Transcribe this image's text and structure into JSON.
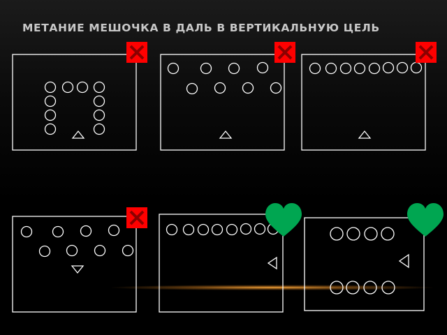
{
  "slide": {
    "title": "МЕТАНИЕ МЕШОЧКА В ДАЛЬ В ВЕРТИКАЛЬНУЮ ЦЕЛЬ"
  },
  "colors": {
    "background": "#000000",
    "outline": "#ffffff",
    "wrong_mark": "#ff0000",
    "correct_mark": "#00a651"
  },
  "panels": [
    {
      "id": "formation-1",
      "mark": "red-x-icon"
    },
    {
      "id": "formation-2",
      "mark": "red-x-icon"
    },
    {
      "id": "formation-3",
      "mark": "red-x-icon"
    },
    {
      "id": "formation-4",
      "mark": "red-x-icon"
    },
    {
      "id": "formation-5",
      "mark": "none"
    },
    {
      "id": "formation-6",
      "mark": "green-heart-icon"
    }
  ],
  "extra_marks": [
    "green-heart-icon"
  ]
}
